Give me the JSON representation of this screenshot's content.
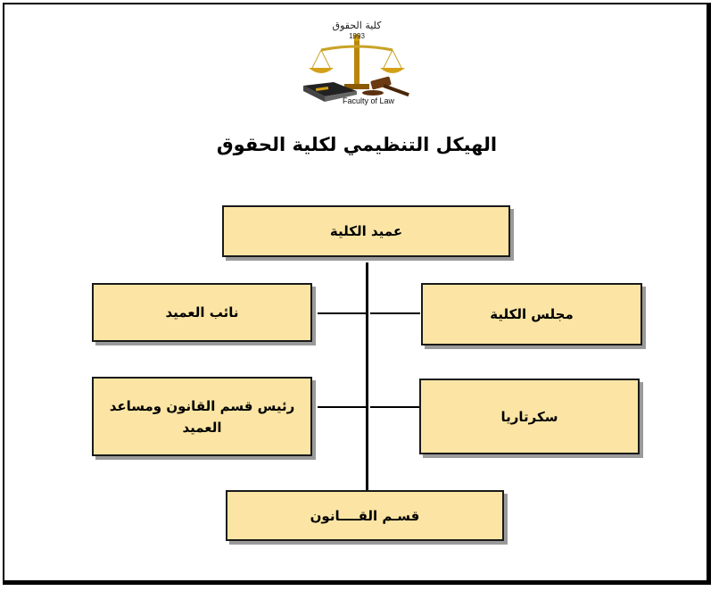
{
  "logo": {
    "arabic_text": "كلية الحقوق",
    "year": "1993",
    "caption": "Faculty of Law"
  },
  "title": "الهيكل التنظيمي لكلية الحقوق",
  "boxes": {
    "dean": "عميد الكلية",
    "faculty_council": "مجلس الكلية",
    "vice_dean": "نائب العميد",
    "secretariat": "سكرتاريا",
    "head_law_dept": "رئيس قسم القانون ومساعد العميد",
    "law_dept": "قسـم القــــانون"
  },
  "colors": {
    "box_fill": "#fce5a4",
    "border": "#1a1a1a",
    "shadow": "#9a9a9a"
  }
}
